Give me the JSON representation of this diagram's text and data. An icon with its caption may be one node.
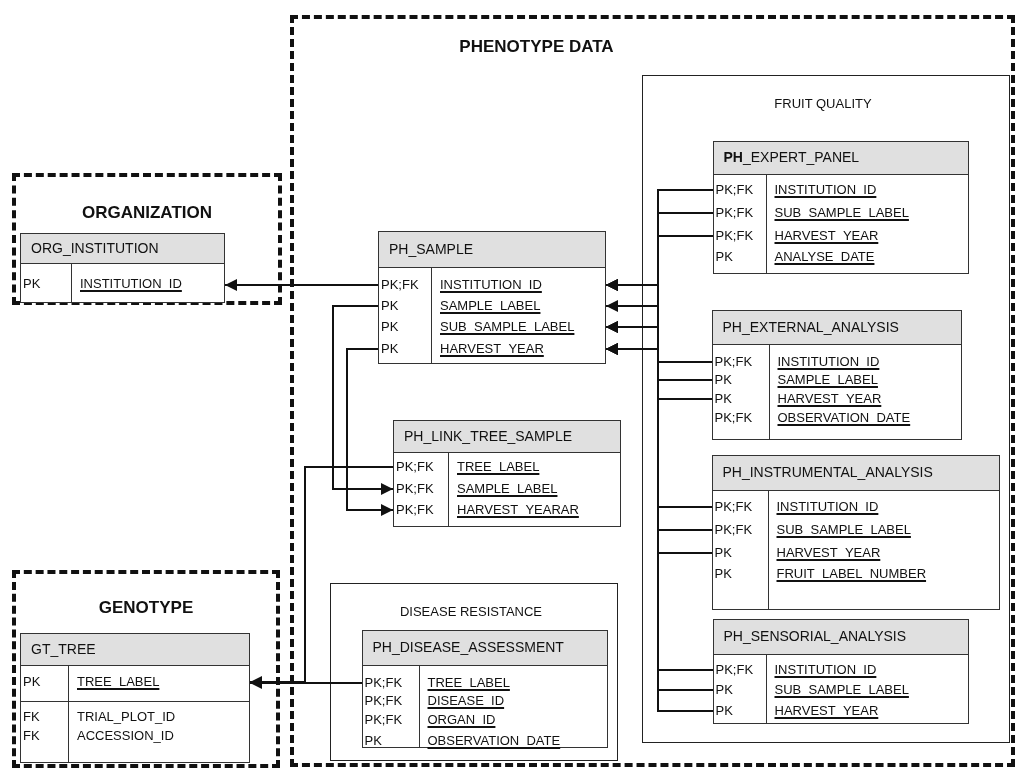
{
  "diagram": {
    "nodes": [
      {
        "text": [
          "PHENOTYPE DATA"
        ]
      },
      {
        "text": [
          "ORGANIZATION"
        ]
      },
      {
        "text": [
          "ORG_INSTITUTION",
          "PK",
          "INSTITUTION_ID"
        ],
        "in": 1
      },
      {
        "text": [
          "FRUIT QUALITY"
        ],
        "in": 0
      },
      {
        "text": [
          "**PH**_EXPERT_PANEL",
          "PK;FK",
          "INSTITUTION_ID",
          "PK;FK",
          "SUB_SAMPLE_LABEL",
          "PK;FK",
          "HARVEST_YEAR",
          "PK",
          "ANALYSE_DATE"
        ],
        "in": 3
      },
      {
        "text": [
          "PH_SAMPLE",
          "PK;FK",
          "INSTITUTION_ID",
          "PK",
          "SAMPLE_LABEL",
          "PK",
          "SUB_SAMPLE_LABEL",
          "PK",
          "HARVEST_YEAR"
        ],
        "in": 0
      },
      {
        "text": [
          "PH_EXTERNAL_ANALYSIS",
          "PK;FK",
          "INSTITUTION_ID",
          "PK",
          "SAMPLE_LABEL",
          "PK",
          "HARVEST_YEAR",
          "PK;FK",
          "OBSERVATION_DATE"
        ],
        "in": 3
      },
      {
        "text": [
          "PH_LINK_TREE_SAMPLE",
          "PK;FK",
          "TREE_LABEL",
          "PK;FK",
          "SAMPLE_LABEL",
          "PK;FK",
          "HARVEST_YEARAR"
        ],
        "in": 0
      },
      {
        "text": [
          "PH_INSTRUMENTAL_ANALYSIS",
          "PK;FK",
          "INSTITUTION_ID",
          "PK;FK",
          "SUB_SAMPLE_LABEL",
          "PK",
          "HARVEST_YEAR",
          "PK",
          "FRUIT_LABEL_NUMBER"
        ],
        "in": 3
      },
      {
        "text": [
          "GENOTYPE"
        ]
      },
      {
        "text": [
          "GT_TREE",
          "PK",
          "TREE_LABEL",
          "FK",
          "TRIAL_PLOT_ID",
          "FK",
          "ACCESSION_ID"
        ],
        "in": 9
      },
      {
        "text": [
          "DISEASE RESISTANCE"
        ],
        "in": 0
      },
      {
        "text": [
          "PH_DISEASE_ASSESSMENT",
          "PK;FK",
          "TREE_LABEL",
          "PK;FK",
          "DISEASE_ID",
          "PK;FK",
          "ORGAN_ID",
          "PK",
          "OBSERVATION_DATE"
        ],
        "in": 11
      },
      {
        "text": [
          "PH_SENSORIAL_ANALYSIS",
          "PK;FK",
          "INSTITUTION_ID",
          "PK",
          "SUB_SAMPLE_LABEL",
          "PK",
          "HARVEST_YEAR"
        ],
        "in": 3
      }
    ],
    "edges": [
      {
        "from": 5,
        "to": 2,
        "arrow": "to"
      },
      {
        "from": 5,
        "to": 7,
        "arrow": "to"
      },
      {
        "from": 5,
        "to": 7,
        "arrow": "to"
      },
      {
        "from": 7,
        "to": 10,
        "arrow": "to"
      },
      {
        "from": 12,
        "to": 10,
        "arrow": "to"
      },
      {
        "from": 4,
        "to": 5,
        "arrow": "to"
      },
      {
        "from": 4,
        "to": 5,
        "arrow": "to"
      },
      {
        "from": 4,
        "to": 5,
        "arrow": "to"
      },
      {
        "from": 6,
        "to": 5,
        "arrow": "to"
      },
      {
        "from": 6,
        "to": 5,
        "arrow": "to"
      },
      {
        "from": 6,
        "to": 5,
        "arrow": "to"
      },
      {
        "from": 8,
        "to": 5,
        "arrow": "to"
      },
      {
        "from": 8,
        "to": 5,
        "arrow": "to"
      },
      {
        "from": 8,
        "to": 5,
        "arrow": "to"
      },
      {
        "from": 13,
        "to": 5,
        "arrow": "to"
      },
      {
        "from": 13,
        "to": 5,
        "arrow": "to"
      },
      {
        "from": 13,
        "to": 5,
        "arrow": "to"
      }
    ]
  }
}
